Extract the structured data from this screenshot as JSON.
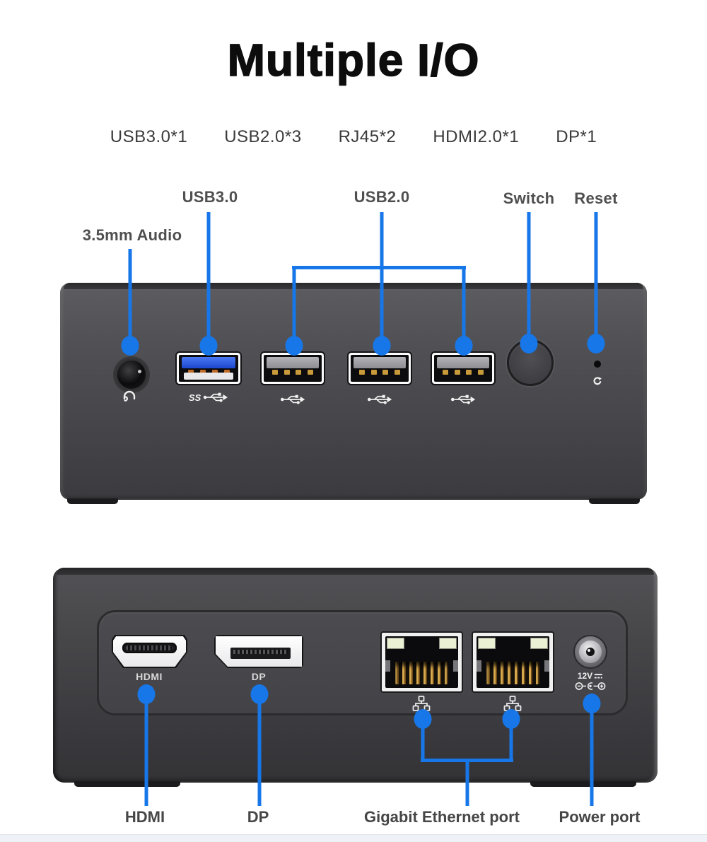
{
  "title": "Multiple I/O",
  "specs": [
    "USB3.0*1",
    "USB2.0*3",
    "RJ45*2",
    "HDMI2.0*1",
    "DP*1"
  ],
  "accent_color": "#1777e8",
  "front": {
    "callouts": {
      "audio": "3.5mm Audio",
      "usb3": "USB3.0",
      "usb2": "USB2.0",
      "switch": "Switch",
      "reset": "Reset"
    },
    "usb3_logo_text": "SS"
  },
  "rear": {
    "port_labels": {
      "hdmi": "HDMI",
      "dp": "DP",
      "power_voltage": "12V"
    },
    "callouts": {
      "hdmi": "HDMI",
      "dp": "DP",
      "ethernet": "Gigabit Ethernet port",
      "power": "Power port"
    }
  },
  "icons": {
    "headphone-icon": "headphone arc glyph",
    "usb-trident-icon": "USB trident symbol",
    "usb3-ss-trident-icon": "SS + USB trident symbol",
    "reset-arrow-icon": "circular reset arrow",
    "ethernet-icon": "LAN three-node network symbol",
    "dc-symbol-icon": "solid over dashed DC line",
    "dc-polarity-icon": "center-positive polarity diagram"
  }
}
